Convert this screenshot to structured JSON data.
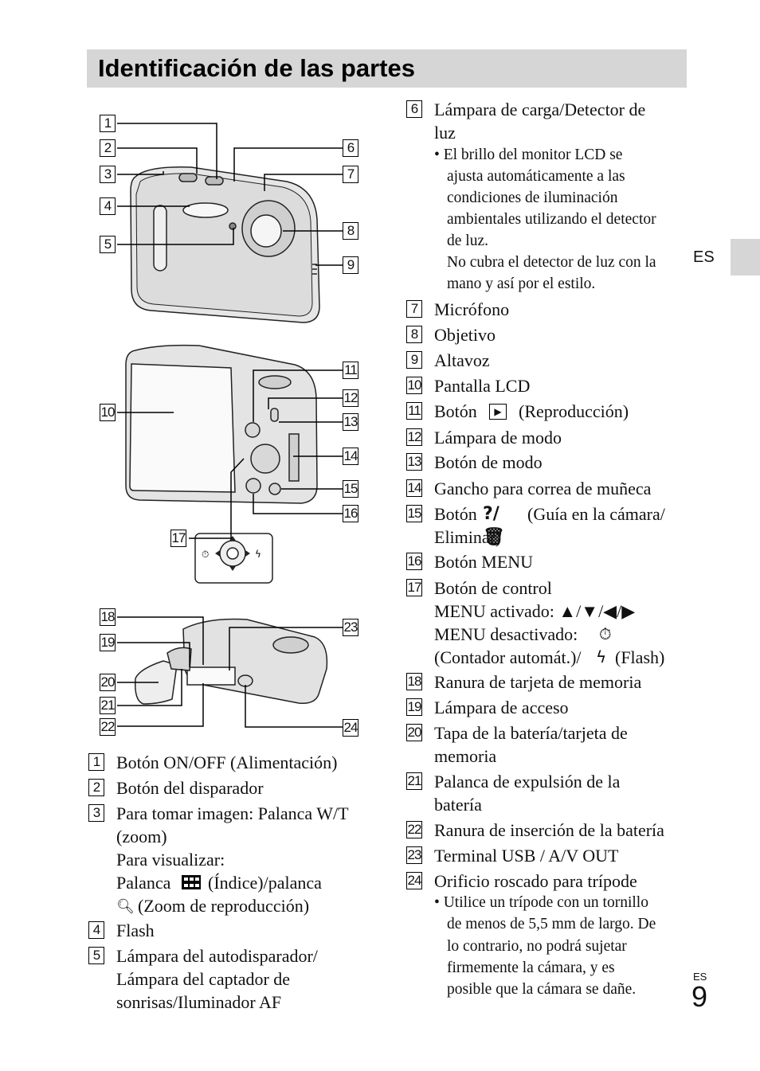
{
  "title": "Identificación de las partes",
  "lang_side": "ES",
  "lang_foot": "ES",
  "page_number": "9",
  "callouts": [
    "1",
    "2",
    "3",
    "4",
    "5",
    "6",
    "7",
    "8",
    "9",
    "10",
    "11",
    "12",
    "13",
    "14",
    "15",
    "16",
    "17",
    "18",
    "19",
    "20",
    "21",
    "22",
    "23",
    "24"
  ],
  "left_items": [
    {
      "num": "1",
      "lines": [
        "Botón ON/OFF (Alimentación)"
      ]
    },
    {
      "num": "2",
      "lines": [
        "Botón del disparador"
      ]
    },
    {
      "num": "3",
      "lines": [
        "Para tomar imagen: Palanca W/T",
        "(zoom)",
        "Para visualizar:",
        "Palanca",
        "(Índice)/palanca",
        "(Zoom de reproducción)"
      ]
    },
    {
      "num": "4",
      "lines": [
        "Flash"
      ]
    },
    {
      "num": "5",
      "lines": [
        "Lámpara del autodisparador/",
        "Lámpara del captador de",
        "sonrisas/Iluminador AF"
      ]
    }
  ],
  "right_items": [
    {
      "num": "6",
      "lines": [
        "Lámpara de carga/Detector de",
        "luz"
      ]
    },
    {
      "num": "7",
      "lines": [
        "Micrófono"
      ]
    },
    {
      "num": "8",
      "lines": [
        "Objetivo"
      ]
    },
    {
      "num": "9",
      "lines": [
        "Altavoz"
      ]
    },
    {
      "num": "10",
      "lines": [
        "Pantalla LCD"
      ]
    },
    {
      "num": "11",
      "lines": [
        "Botón",
        "(Reproducción)"
      ]
    },
    {
      "num": "12",
      "lines": [
        "Lámpara de modo"
      ]
    },
    {
      "num": "13",
      "lines": [
        "Botón de modo"
      ]
    },
    {
      "num": "14",
      "lines": [
        "Gancho para correa de muñeca"
      ]
    },
    {
      "num": "15",
      "lines": [
        "Botón",
        "(Guía en la cámara/",
        "Eliminar)"
      ]
    },
    {
      "num": "16",
      "lines": [
        "Botón MENU"
      ]
    },
    {
      "num": "17",
      "lines": [
        "Botón de control",
        "MENU activado: ▲/▼/◀/▶",
        "MENU desactivado:",
        "(Contador automát.)/",
        "(Flash)"
      ]
    },
    {
      "num": "18",
      "lines": [
        "Ranura de tarjeta de memoria"
      ]
    },
    {
      "num": "19",
      "lines": [
        "Lámpara de acceso"
      ]
    },
    {
      "num": "20",
      "lines": [
        "Tapa de la batería/tarjeta de",
        "memoria"
      ]
    },
    {
      "num": "21",
      "lines": [
        "Palanca de expulsión de la",
        "batería"
      ]
    },
    {
      "num": "22",
      "lines": [
        "Ranura de inserción de la batería"
      ]
    },
    {
      "num": "23",
      "lines": [
        "Terminal USB / A/V OUT"
      ]
    },
    {
      "num": "24",
      "lines": [
        "Orificio roscado para trípode"
      ]
    }
  ],
  "note_6": [
    "• El brillo del monitor LCD se",
    "ajusta automáticamente a las",
    "condiciones de iluminación",
    "ambientales utilizando el detector",
    "de luz.",
    "No cubra el detector de luz con la",
    "mano y así por el estilo."
  ],
  "note_24": [
    "• Utilice un trípode con un tornillo",
    "de menos de 5,5 mm de largo. De",
    "lo contrario, no podrá sujetar",
    "firmemente la cámara, y es",
    "posible que la cámara se dañe."
  ]
}
